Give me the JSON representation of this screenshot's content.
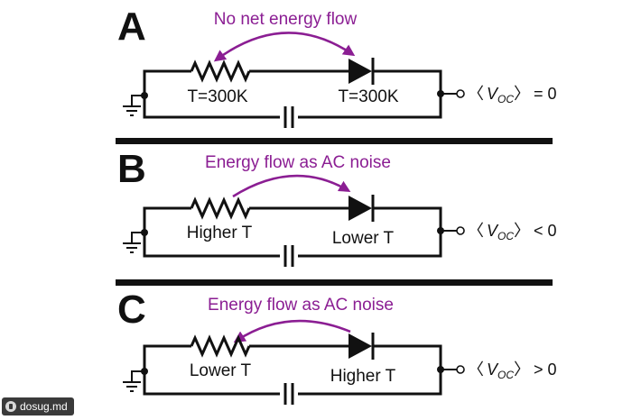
{
  "panels": [
    {
      "letter": "A",
      "flow_label": "No net energy flow",
      "resistor_label": "T=300K",
      "diode_label": "T=300K",
      "voc_relation": "= 0"
    },
    {
      "letter": "B",
      "flow_label": "Energy flow as AC noise",
      "resistor_label": "Higher T",
      "diode_label": "Lower T",
      "voc_relation": "< 0"
    },
    {
      "letter": "C",
      "flow_label": "Energy flow as AC noise",
      "resistor_label": "Lower T",
      "diode_label": "Higher T",
      "voc_relation": "> 0"
    }
  ],
  "voc": {
    "open": "〈",
    "symbol": "V",
    "subscript": "OC",
    "close": "〉"
  },
  "watermark": "dosug.md",
  "colors": {
    "flow": "#8B1E93",
    "ink": "#111111"
  }
}
